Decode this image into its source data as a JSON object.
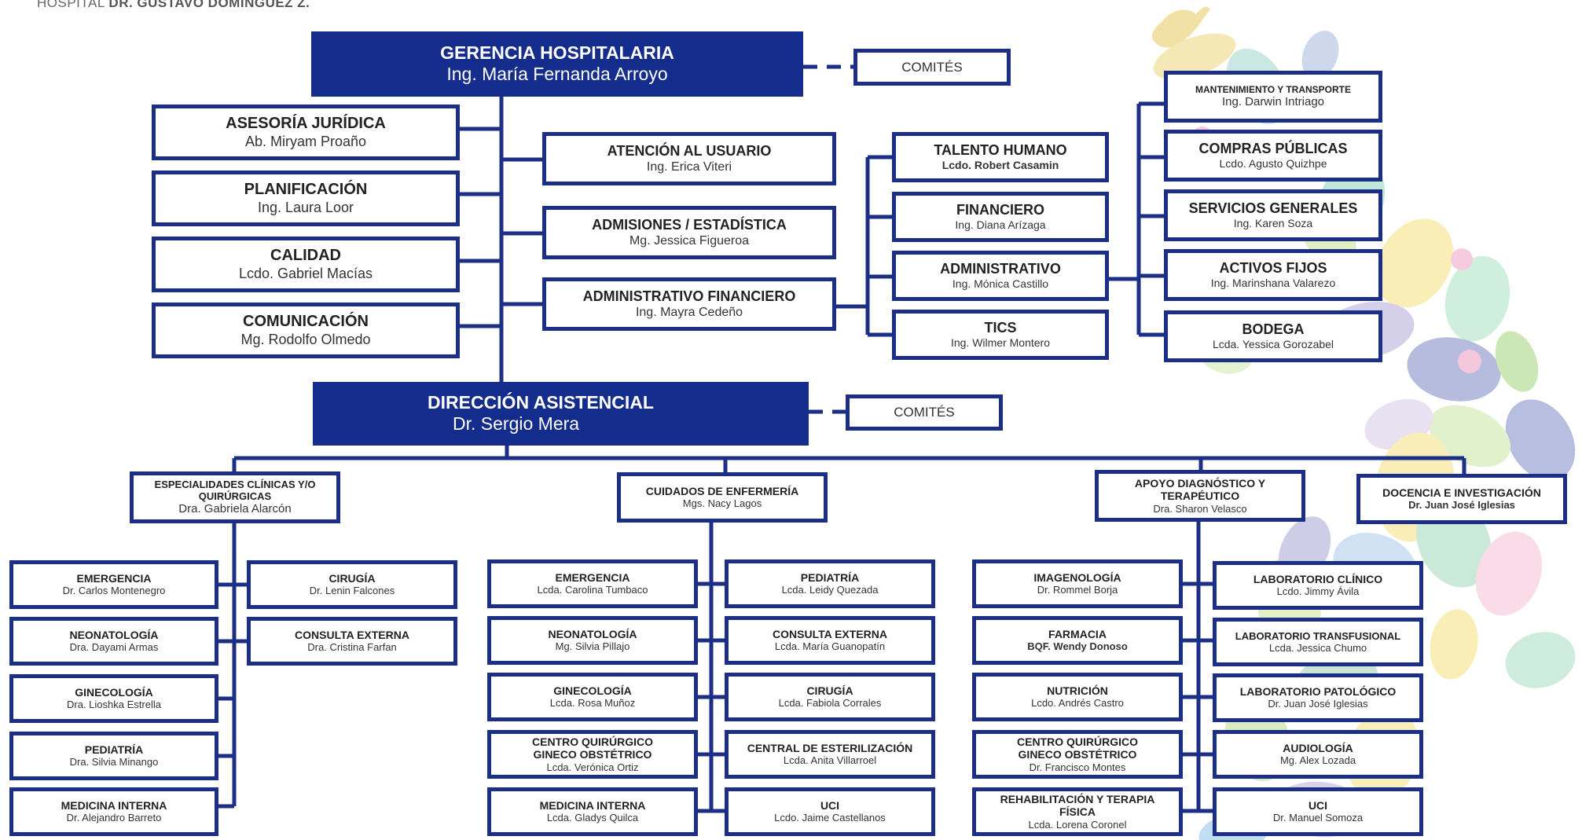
{
  "header": {
    "prefix": "HOSPITAL",
    "name": "DR. GUSTAVO DOMÍNGUEZ Z."
  },
  "gerencia": {
    "title": "GERENCIA HOSPITALARIA",
    "name": "Ing. María Fernanda Arroyo",
    "comites": "COMITÉS"
  },
  "staff": [
    {
      "title": "ASESORÍA JURÍDICA",
      "name": "Ab. Miryam Proaño"
    },
    {
      "title": "PLANIFICACIÓN",
      "name": "Ing. Laura Loor"
    },
    {
      "title": "CALIDAD",
      "name": "Lcdo. Gabriel Macías"
    },
    {
      "title": "COMUNICACIÓN",
      "name": "Mg. Rodolfo Olmedo"
    }
  ],
  "mid": [
    {
      "title": "ATENCIÓN AL USUARIO",
      "name": "Ing. Erica Viteri"
    },
    {
      "title": "ADMISIONES / ESTADÍSTICA",
      "name": "Mg. Jessica Figueroa"
    },
    {
      "title": "ADMINISTRATIVO FINANCIERO",
      "name": "Ing. Mayra Cedeño"
    }
  ],
  "adminfin": [
    {
      "title": "TALENTO HUMANO",
      "name": "Lcdo. Robert Casamin"
    },
    {
      "title": "FINANCIERO",
      "name": "Ing. Diana Arízaga"
    },
    {
      "title": "ADMINISTRATIVO",
      "name": "Ing. Mónica Castillo"
    },
    {
      "title": "TICS",
      "name": "Ing. Wilmer Montero"
    }
  ],
  "admin": [
    {
      "title": "MANTENIMIENTO Y TRANSPORTE",
      "name": "Ing. Darwin Intriago"
    },
    {
      "title": "COMPRAS PÚBLICAS",
      "name": "Lcdo. Agusto Quizhpe"
    },
    {
      "title": "SERVICIOS GENERALES",
      "name": "Ing. Karen Soza"
    },
    {
      "title": "ACTIVOS FIJOS",
      "name": "Ing. Marinshana Valarezo"
    },
    {
      "title": "BODEGA",
      "name": "Lcda. Yessica Gorozabel"
    }
  ],
  "direccion": {
    "title": "DIRECCIÓN ASISTENCIAL",
    "name": "Dr. Sergio Mera",
    "comites": "COMITÉS"
  },
  "areas": [
    {
      "title": "ESPECIALIDADES CLÍNICAS Y/O QUIRÚRGICAS",
      "name": "Dra. Gabriela Alarcón"
    },
    {
      "title": "CUIDADOS DE ENFERMERÍA",
      "name": "Mgs. Nacy Lagos"
    },
    {
      "title": "APOYO DIAGNÓSTICO Y TERAPÉUTICO",
      "name": "Dra. Sharon Velasco"
    },
    {
      "title": "DOCENCIA E INVESTIGACIÓN",
      "name": "Dr. Juan José Iglesias"
    }
  ],
  "esp_left": [
    {
      "title": "EMERGENCIA",
      "name": "Dr. Carlos Montenegro"
    },
    {
      "title": "NEONATOLOGÍA",
      "name": "Dra. Dayami Armas"
    },
    {
      "title": "GINECOLOGÍA",
      "name": "Dra. Lioshka Estrella"
    },
    {
      "title": "PEDIATRÍA",
      "name": "Dra. Silvia Minango"
    },
    {
      "title": "MEDICINA INTERNA",
      "name": "Dr. Alejandro Barreto"
    }
  ],
  "esp_right": [
    {
      "title": "CIRUGÍA",
      "name": "Dr. Lenin Falcones"
    },
    {
      "title": "CONSULTA EXTERNA",
      "name": "Dra. Cristina Farfan"
    }
  ],
  "enf_left": [
    {
      "title": "EMERGENCIA",
      "name": "Lcda. Carolina Tumbaco"
    },
    {
      "title": "NEONATOLOGÍA",
      "name": "Mg. Silvia Pillajo"
    },
    {
      "title": "GINECOLOGÍA",
      "name": "Lcda. Rosa Muñoz"
    },
    {
      "title": "CENTRO QUIRÚRGICO GINECO OBSTÉTRICO",
      "name": "Lcda. Verónica Ortiz"
    },
    {
      "title": "MEDICINA INTERNA",
      "name": "Lcda. Gladys Quilca"
    }
  ],
  "enf_right": [
    {
      "title": "PEDIATRÍA",
      "name": "Lcda. Leidy Quezada"
    },
    {
      "title": "CONSULTA EXTERNA",
      "name": "Lcda. María Guanopatín"
    },
    {
      "title": "CIRUGÍA",
      "name": "Lcda. Fabiola Corrales"
    },
    {
      "title": "CENTRAL DE ESTERILIZACIÓN",
      "name": "Lcda. Anita Villarroel"
    },
    {
      "title": "UCI",
      "name": "Lcdo. Jaime Castellanos"
    }
  ],
  "apo_left": [
    {
      "title": "IMAGENOLOGÍA",
      "name": "Dr. Rommel Borja"
    },
    {
      "title": "FARMACIA",
      "name": "BQF. Wendy Donoso"
    },
    {
      "title": "NUTRICIÓN",
      "name": "Lcdo. Andrés Castro"
    },
    {
      "title": "CENTRO QUIRÚRGICO GINECO OBSTÉTRICO",
      "name": "Dr. Francisco Montes"
    },
    {
      "title": "REHABILITACIÓN Y TERAPIA FÍSICA",
      "name": "Lcda. Lorena Coronel"
    }
  ],
  "apo_right": [
    {
      "title": "LABORATORIO CLÍNICO",
      "name": "Lcdo. Jimmy Ávila"
    },
    {
      "title": "LABORATORIO TRANSFUSIONAL",
      "name": "Lcda. Jessica Chumo"
    },
    {
      "title": "LABORATORIO PATOLÓGICO",
      "name": "Dr. Juan José Iglesias"
    },
    {
      "title": "AUDIOLOGÍA",
      "name": "Mg. Alex Lozada"
    },
    {
      "title": "UCI",
      "name": "Dr. Manuel Somoza"
    }
  ],
  "colors": {
    "navy": "#142d8c",
    "border": "#1b2f86",
    "line": "#1b2f86"
  },
  "decoration": [
    "dove-icon",
    "leaf-pattern"
  ]
}
